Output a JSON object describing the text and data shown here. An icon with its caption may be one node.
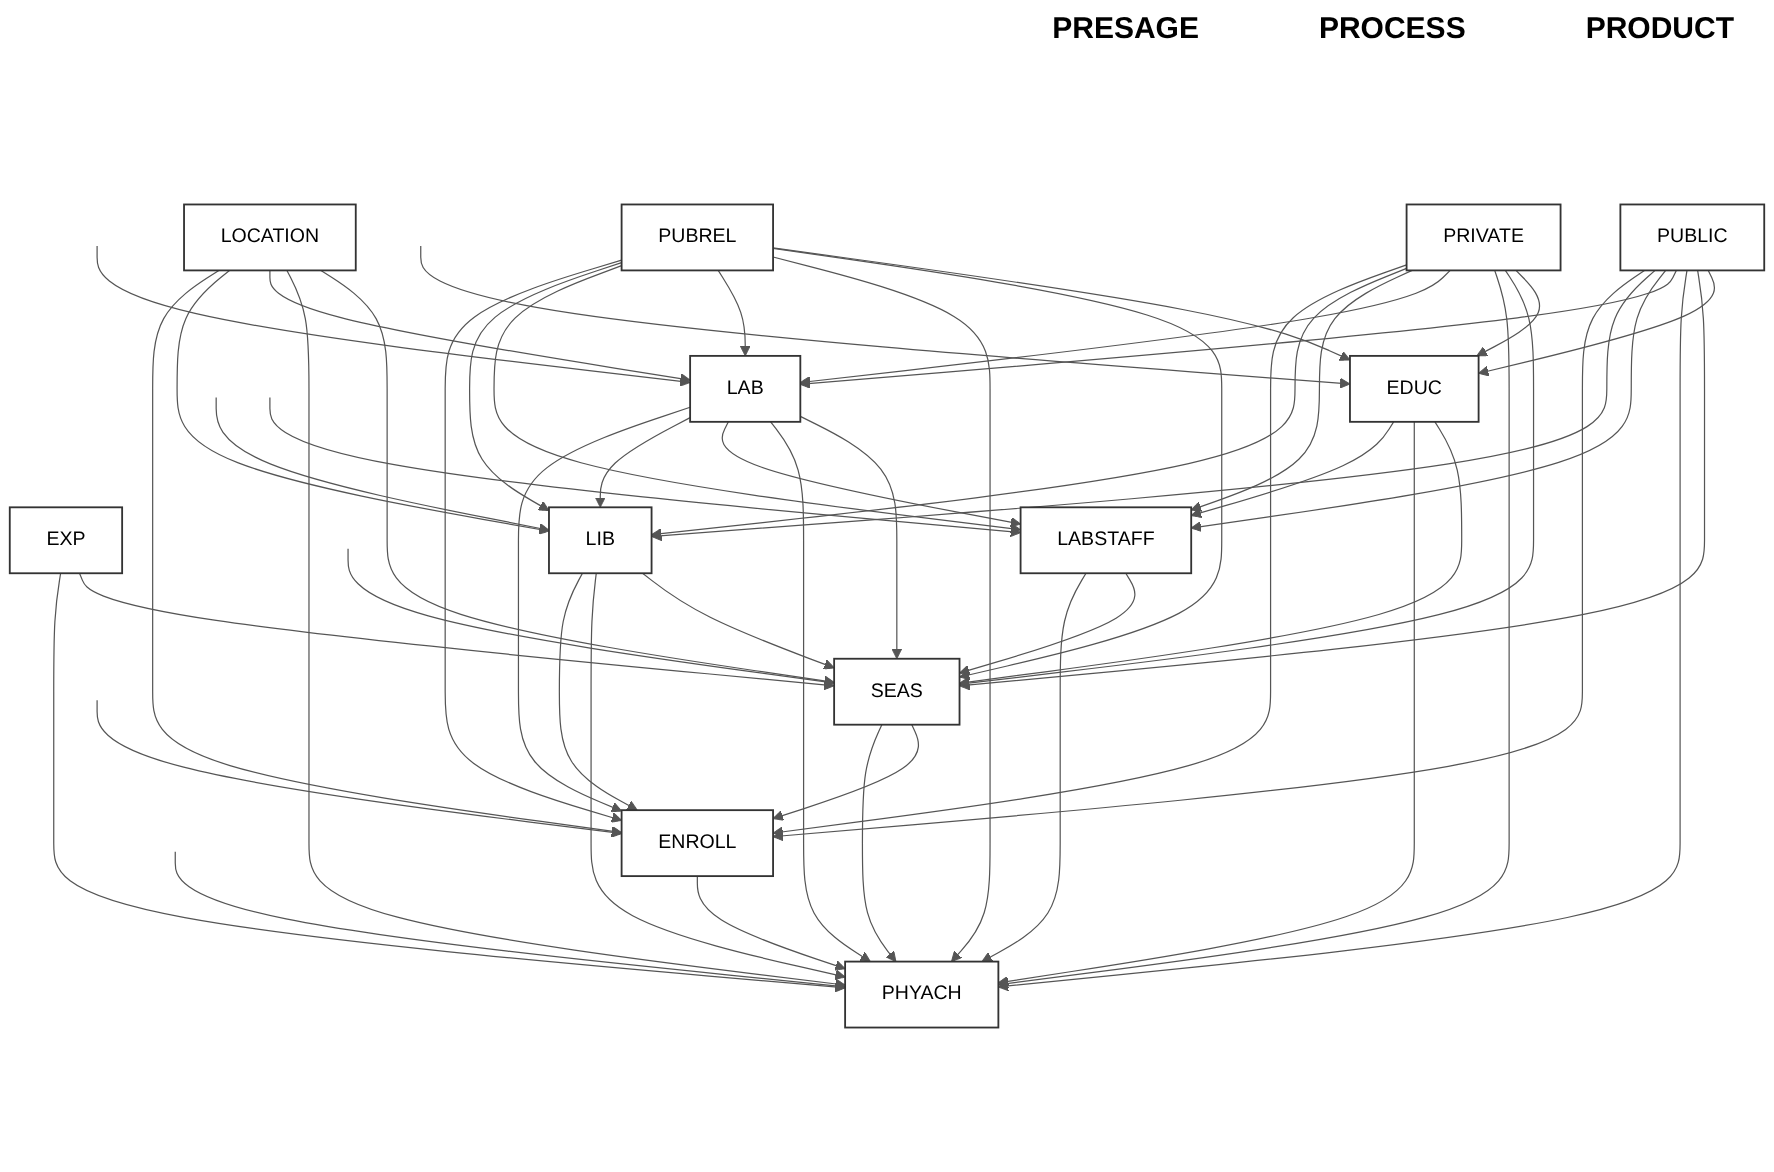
{
  "diagram": {
    "nodes": [
      {
        "text": [
          "EXP"
        ]
      },
      {
        "text": [
          "EDUC"
        ]
      },
      {
        "text": [
          "PUBLIC"
        ]
      },
      {
        "text": [
          "PRIVATE"
        ]
      },
      {
        "text": [
          "PUBREL"
        ]
      },
      {
        "text": [
          "LOCATION"
        ]
      },
      {
        "text": [
          "SEAS"
        ]
      },
      {
        "text": [
          "PHYACH"
        ]
      },
      {
        "text": [
          "LAB"
        ]
      },
      {
        "text": [
          "ENROLL"
        ]
      },
      {
        "text": [
          "LABSTAFF"
        ]
      },
      {
        "text": [
          "LIB"
        ]
      }
    ],
    "edges": [
      {
        "from": 0,
        "to": 6,
        "arrow": "to"
      },
      {
        "from": 0,
        "to": 7,
        "arrow": "to"
      },
      {
        "from": 2,
        "to": 1,
        "arrow": "to"
      },
      {
        "from": 2,
        "to": 6,
        "arrow": "to"
      },
      {
        "from": 2,
        "to": 7,
        "arrow": "to"
      },
      {
        "from": 2,
        "to": 8,
        "arrow": "to"
      },
      {
        "from": 2,
        "to": 10,
        "arrow": "to"
      },
      {
        "from": 2,
        "to": 11,
        "arrow": "to"
      },
      {
        "from": 2,
        "to": 9,
        "arrow": "to"
      },
      {
        "from": 3,
        "to": 1,
        "arrow": "to"
      },
      {
        "from": 3,
        "to": 6,
        "arrow": "to"
      },
      {
        "from": 3,
        "to": 7,
        "arrow": "to"
      },
      {
        "from": 3,
        "to": 8,
        "arrow": "to"
      },
      {
        "from": 3,
        "to": 10,
        "arrow": "to"
      },
      {
        "from": 3,
        "to": 11,
        "arrow": "to"
      },
      {
        "from": 3,
        "to": 9,
        "arrow": "to"
      },
      {
        "from": 4,
        "to": 1,
        "arrow": "to"
      },
      {
        "from": 4,
        "to": 6,
        "arrow": "to"
      },
      {
        "from": 4,
        "to": 7,
        "arrow": "to"
      },
      {
        "from": 4,
        "to": 8,
        "arrow": "to"
      },
      {
        "from": 4,
        "to": 10,
        "arrow": "to"
      },
      {
        "from": 4,
        "to": 11,
        "arrow": "to"
      },
      {
        "from": 4,
        "to": 9,
        "arrow": "to"
      },
      {
        "from": 5,
        "to": 6,
        "arrow": "to"
      },
      {
        "from": 5,
        "to": 7,
        "arrow": "to"
      },
      {
        "from": 5,
        "to": 8,
        "arrow": "to"
      },
      {
        "from": 5,
        "to": 11,
        "arrow": "to"
      },
      {
        "from": 5,
        "to": 9,
        "arrow": "to"
      },
      {
        "from": 1,
        "to": 6,
        "arrow": "to"
      },
      {
        "from": 1,
        "to": 7,
        "arrow": "to"
      },
      {
        "from": 1,
        "to": 10,
        "arrow": "to"
      },
      {
        "from": 8,
        "to": 6,
        "arrow": "to"
      },
      {
        "from": 8,
        "to": 7,
        "arrow": "to"
      },
      {
        "from": 8,
        "to": 10,
        "arrow": "to"
      },
      {
        "from": 8,
        "to": 11,
        "arrow": "to"
      },
      {
        "from": 8,
        "to": 9,
        "arrow": "to"
      },
      {
        "from": 10,
        "to": 6,
        "arrow": "to"
      },
      {
        "from": 10,
        "to": 7,
        "arrow": "to"
      },
      {
        "from": 11,
        "to": 6,
        "arrow": "to"
      },
      {
        "from": 11,
        "to": 7,
        "arrow": "to"
      },
      {
        "from": 11,
        "to": 9,
        "arrow": "to"
      },
      {
        "from": 6,
        "to": 9,
        "arrow": "to"
      },
      {
        "from": 9,
        "to": 7,
        "arrow": "to"
      },
      {
        "from": 6,
        "to": 7,
        "arrow": "to"
      },
      {
        "from": null,
        "to": 1,
        "arrow": "to"
      },
      {
        "from": null,
        "to": 6,
        "arrow": "to"
      },
      {
        "from": null,
        "to": 7,
        "arrow": "to"
      },
      {
        "from": null,
        "to": 9,
        "arrow": "to"
      },
      {
        "from": null,
        "to": 11,
        "arrow": "to"
      },
      {
        "from": null,
        "to": 10,
        "arrow": "to"
      },
      {
        "from": null,
        "to": 8,
        "arrow": "to"
      }
    ],
    "labels": [
      "PRESAGE",
      "PROCESS",
      "PRODUCT"
    ]
  }
}
